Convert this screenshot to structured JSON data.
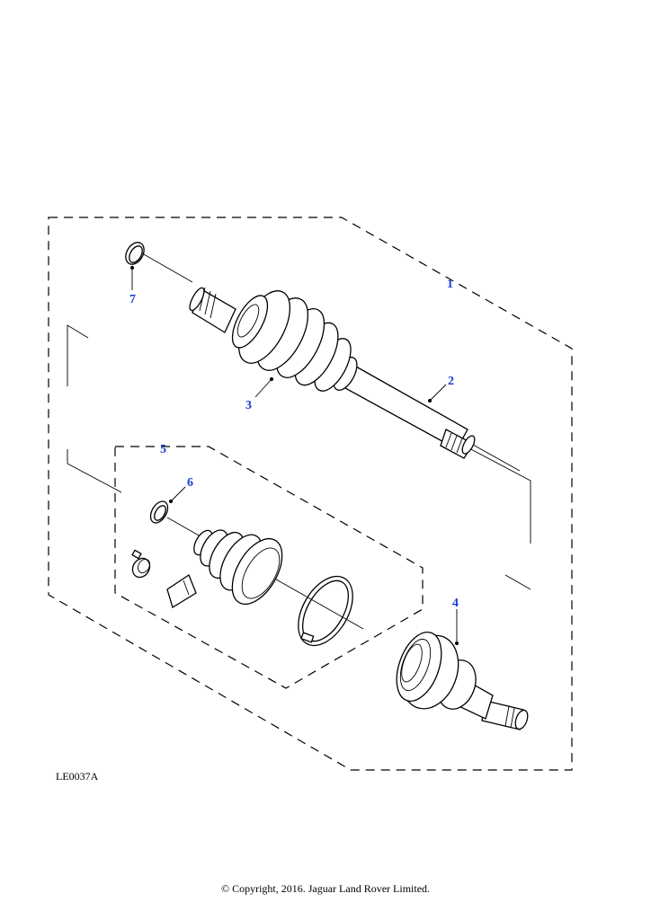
{
  "callouts": {
    "c1": "1",
    "c2": "2",
    "c3": "3",
    "c4": "4",
    "c5": "5",
    "c6": "6",
    "c7": "7"
  },
  "drawing_id": "LE0037A",
  "copyright": "© Copyright, 2016. Jaguar Land Rover Limited.",
  "colors": {
    "callout": "#1c3fd0",
    "line": "#000000",
    "background": "#ffffff"
  }
}
